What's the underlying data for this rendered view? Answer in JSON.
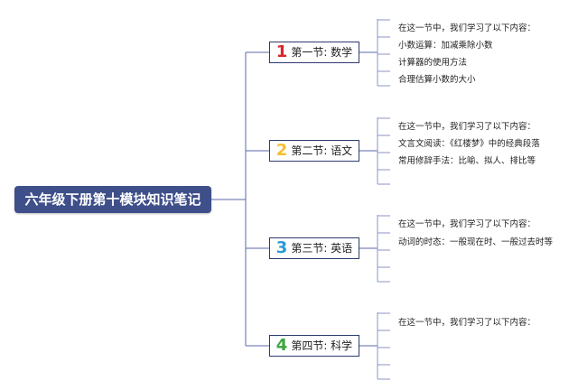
{
  "root": {
    "title": "六年级下册第十模块知识笔记"
  },
  "sections": [
    {
      "number": "1",
      "label": "第一节: 数学",
      "number_color": "#d6262c",
      "items": [
        "在这一节中，我们学习了以下内容：",
        "小数运算：加减乘除小数",
        "计算器的使用方法",
        "合理估算小数的大小"
      ]
    },
    {
      "number": "2",
      "label": "第二节: 语文",
      "number_color": "#f2c02c",
      "items": [
        "在这一节中，我们学习了以下内容：",
        "文言文阅读：《红楼梦》中的经典段落",
        "常用修辞手法：比喻、拟人、排比等",
        ""
      ]
    },
    {
      "number": "3",
      "label": "第三节: 英语",
      "number_color": "#2a9ad6",
      "items": [
        "在这一节中，我们学习了以下内容：",
        "动词的时态：一般现在时、一般过去时等",
        "",
        ""
      ]
    },
    {
      "number": "4",
      "label": "第四节: 科学",
      "number_color": "#3aa63c",
      "items": [
        "在这一节中，我们学习了以下内容：",
        "",
        "",
        ""
      ]
    }
  ],
  "colors": {
    "root_bg": "#3e4f8a",
    "connector": "#5a6aa8",
    "leaf_line": "#8a96c8"
  }
}
